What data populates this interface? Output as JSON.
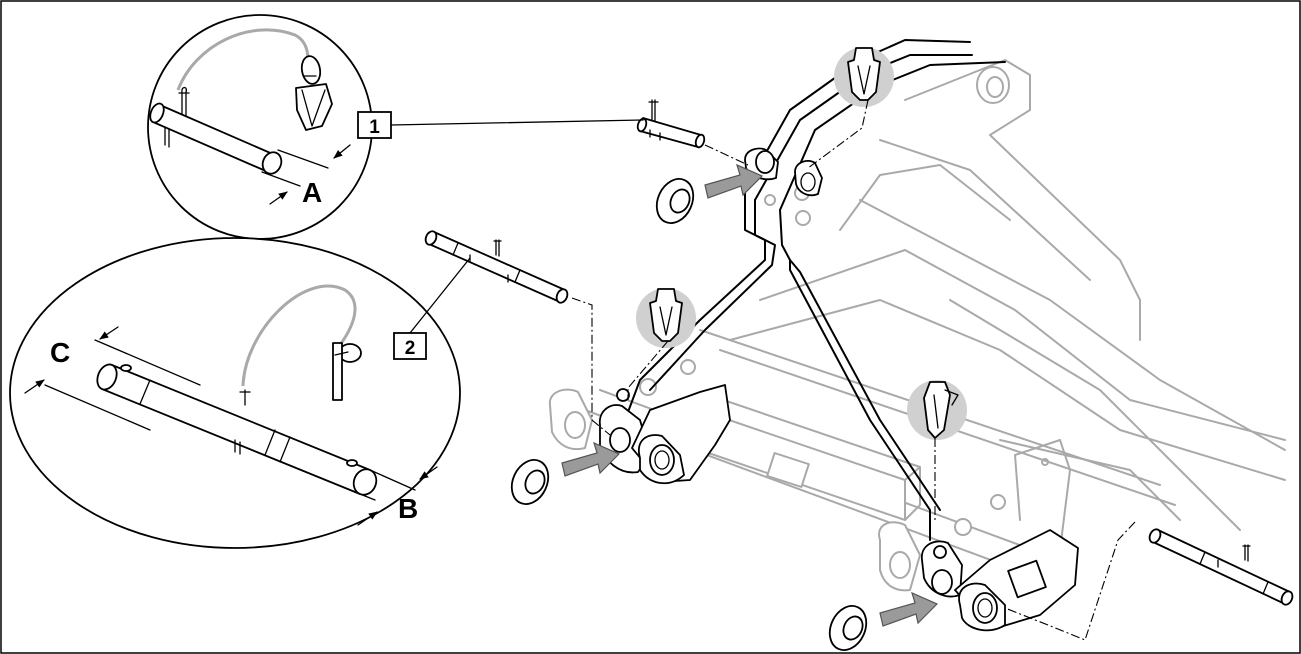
{
  "callouts": {
    "one": "1",
    "two": "2"
  },
  "dimensions": {
    "a": "A",
    "b": "B",
    "c": "C"
  },
  "colors": {
    "line": "#000000",
    "frame_gray": "#a9a9a9",
    "arrow_fill": "#9a9a9a",
    "clip_background": "#d0d0d0"
  }
}
